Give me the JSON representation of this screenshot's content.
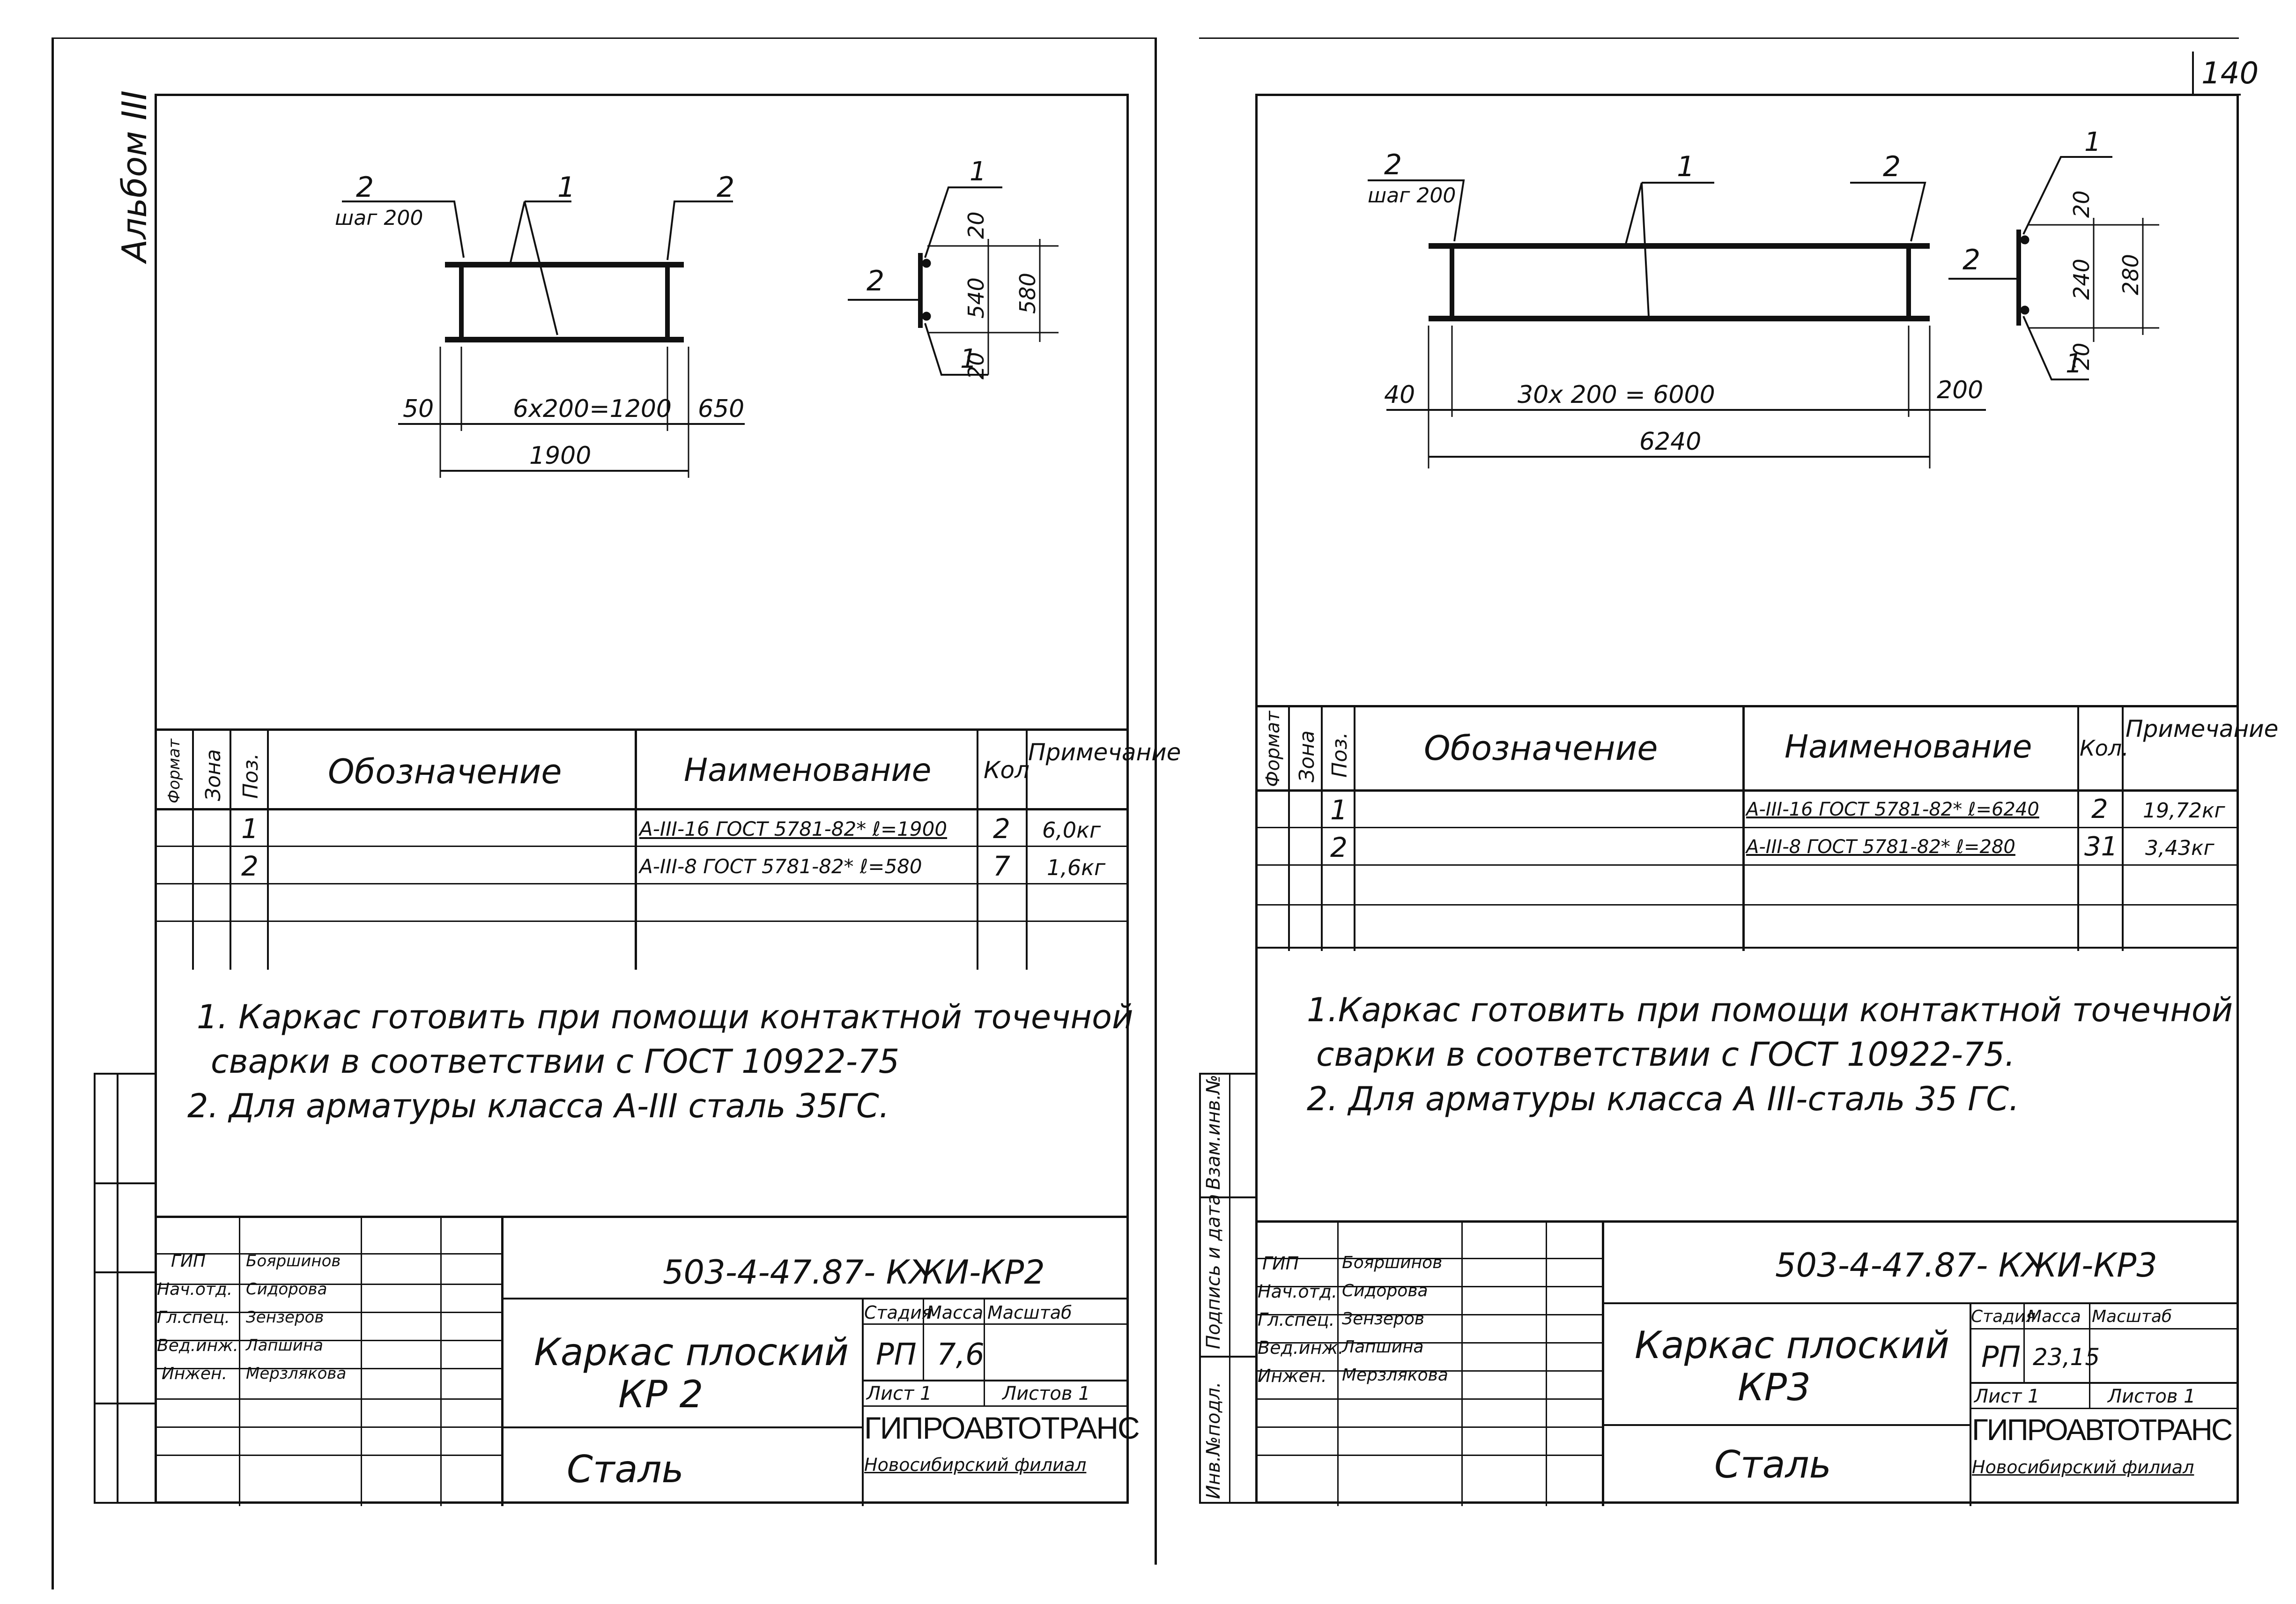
{
  "page": {
    "page_number": "140",
    "album_label": "Альбом III"
  },
  "left_sheet": {
    "drawing": {
      "pos2_step": "2",
      "step_label": "шаг 200",
      "pos1": "1",
      "pos2_right": "2",
      "dim_left": "50",
      "dim_middle": "6х200=1200",
      "dim_right": "650",
      "dim_total": "1900",
      "section_pos1": "1",
      "section_pos2": "2",
      "section_pos1_bottom": "1",
      "section_dim_top": "20",
      "section_dim_middle": "540",
      "section_dim_bottom": "20",
      "section_dim_total": "580"
    },
    "spec": {
      "headers": {
        "format": "Формат",
        "zone": "Зона",
        "pos": "Поз.",
        "designation": "Обозначение",
        "name": "Наименование",
        "qty": "Кол",
        "note": "Примечание"
      },
      "rows": [
        {
          "pos": "1",
          "name": "А-III-16 ГОСТ 5781-82* ℓ=1900",
          "qty": "2",
          "note": "6,0кг"
        },
        {
          "pos": "2",
          "name": "А-III-8 ГОСТ 5781-82* ℓ=580",
          "qty": "7",
          "note": "1,6кг"
        }
      ]
    },
    "notes": [
      "1. Каркас  готовить при помощи контактной точечной",
      "сварки в соответствии с ГОСТ 10922-75",
      "2. Для арматуры класса А-III сталь 35ГС."
    ],
    "title_block": {
      "code": "503-4-47.87- КЖИ-КР2",
      "title_line1": "Каркас плоский",
      "title_line2": "КР 2",
      "material": "Сталь",
      "stage_label": "Стадия",
      "mass_label": "Масса",
      "scale_label": "Масштаб",
      "stage": "РП",
      "mass": "7,6",
      "sheet_label": "Лист 1",
      "sheets_label": "Листов 1",
      "org": "ГИПРОАВТОТРАНС",
      "branch": "Новосибирский филиал",
      "roles": [
        "ГИП",
        "Нач.отд.",
        "Гл.спец.",
        "Вед.инж.",
        "Инжен."
      ],
      "names": [
        "Бояршинов",
        "Сидорова",
        "Зензеров",
        "Лапшина",
        "Мерзлякова"
      ]
    }
  },
  "right_sheet": {
    "drawing": {
      "pos2_step": "2",
      "step_label": "шаг 200",
      "pos1": "1",
      "pos2_right": "2",
      "dim_left": "40",
      "dim_middle": "30х 200 = 6000",
      "dim_right": "200",
      "dim_total": "6240",
      "section_pos1": "1",
      "section_pos2": "2",
      "section_pos1_bottom": "1",
      "section_dim_top": "20",
      "section_dim_middle": "240",
      "section_dim_bottom": "20",
      "section_dim_total": "280"
    },
    "spec": {
      "headers": {
        "format": "Формат",
        "zone": "Зона",
        "pos": "Поз.",
        "designation": "Обозначение",
        "name": "Наименование",
        "qty": "Кол.",
        "note": "Примечание"
      },
      "rows": [
        {
          "pos": "1",
          "name": "А-III-16 ГОСТ 5781-82* ℓ=6240",
          "qty": "2",
          "note": "19,72кг"
        },
        {
          "pos": "2",
          "name": "А-III-8 ГОСТ 5781-82* ℓ=280",
          "qty": "31",
          "note": "3,43кг"
        }
      ]
    },
    "notes": [
      "1.Каркас готовить при помощи контактной точечной",
      "сварки в соответствии с ГОСТ 10922-75.",
      "2. Для арматуры класса А III-сталь 35 ГС."
    ],
    "title_block": {
      "code": "503-4-47.87- КЖИ-КР3",
      "title_line1": "Каркас плоский",
      "title_line2": "КР3",
      "material": "Сталь",
      "stage_label": "Стадия",
      "mass_label": "Масса",
      "scale_label": "Масштаб",
      "stage": "РП",
      "mass": "23,15",
      "sheet_label": "Лист 1",
      "sheets_label": "Листов 1",
      "org": "ГИПРОАВТОТРАНС",
      "branch": "Новосибирский филиал",
      "roles": [
        "ГИП",
        "Нач.отд.",
        "Гл.спец.",
        "Вед.инж.",
        "Инжен."
      ],
      "names": [
        "Бояршинов",
        "Сидорова",
        "Зензеров",
        "Лапшина",
        "Мерзлякова"
      ]
    },
    "side_stamp": [
      "Инв.№подл.",
      "Подпись и дата",
      "Взам.инв.№"
    ]
  }
}
